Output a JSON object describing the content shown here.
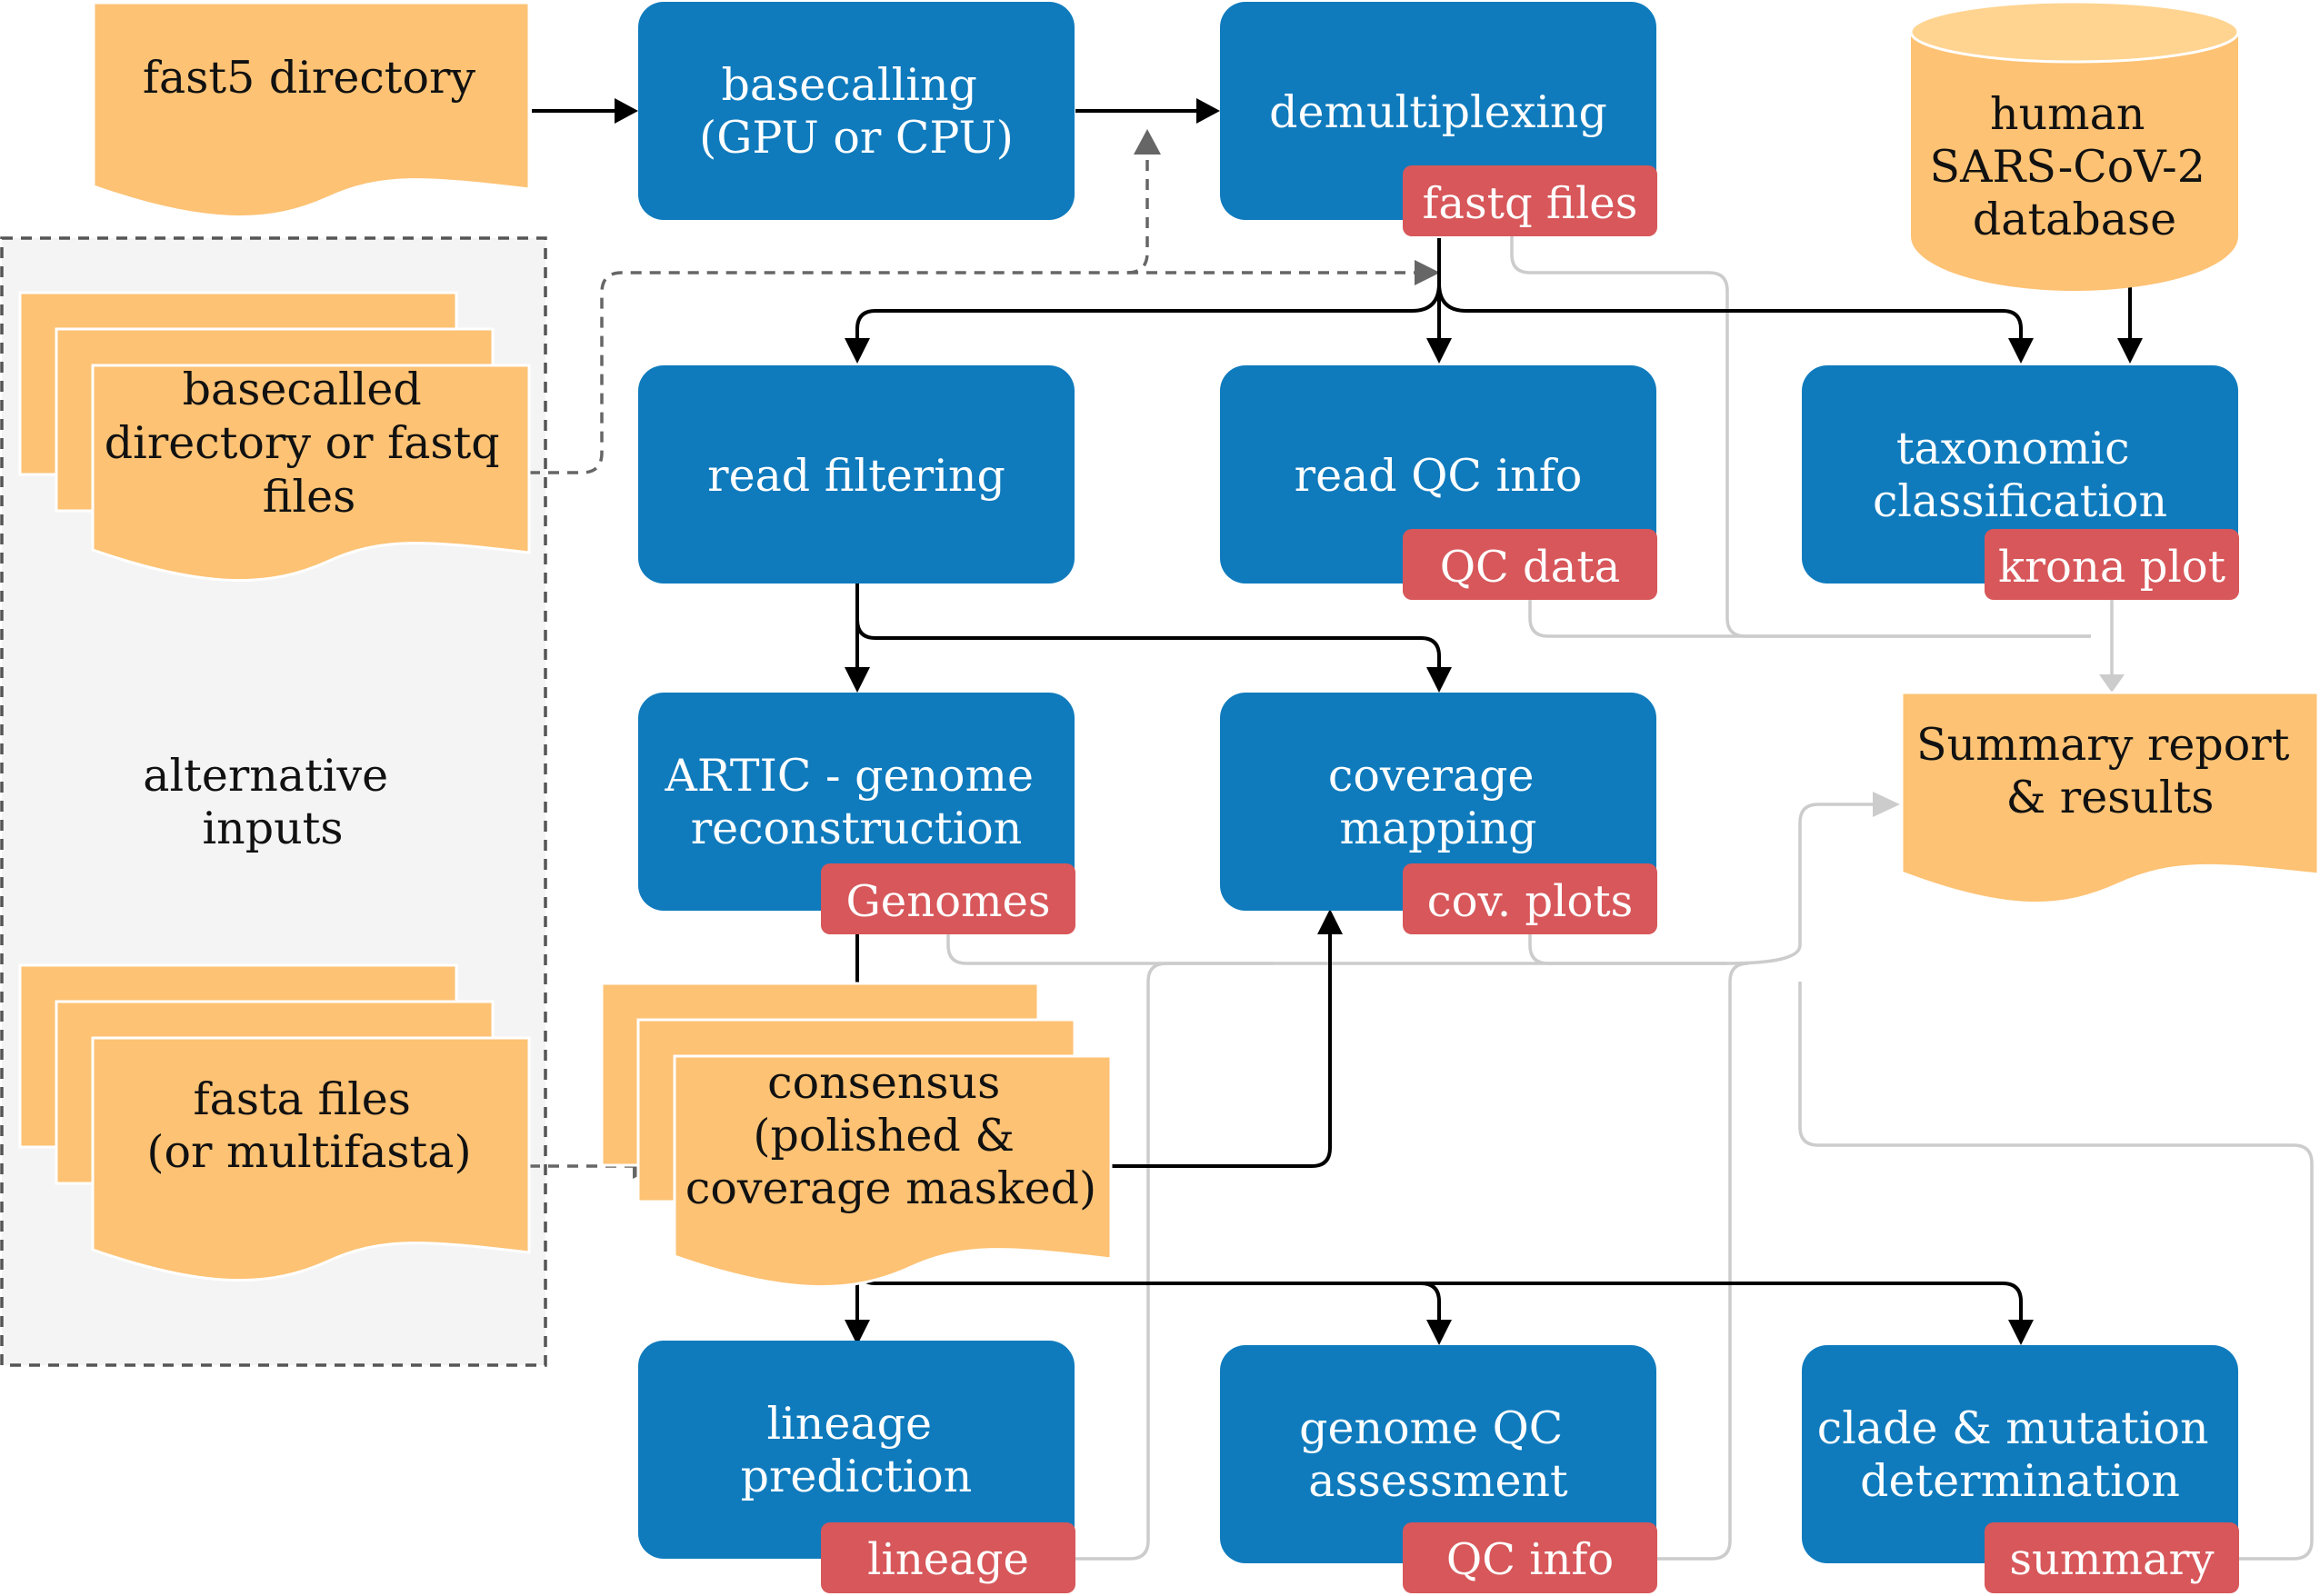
{
  "inputs": {
    "fast5": [
      "fast5 directory"
    ],
    "basecalled": [
      "basecalled",
      "directory or fastq",
      "files"
    ],
    "fasta": [
      "fasta files",
      "(or multifasta)"
    ],
    "alternative": [
      "alternative",
      "inputs"
    ],
    "database": [
      "human",
      "SARS-CoV-2",
      "database"
    ]
  },
  "steps": {
    "basecalling": [
      "basecalling",
      "(GPU or CPU)"
    ],
    "demultiplexing": [
      "demultiplexing"
    ],
    "read_filtering": [
      "read filtering"
    ],
    "read_qc": [
      "read QC info"
    ],
    "taxonomic": [
      "taxonomic",
      "classification"
    ],
    "artic": [
      "ARTIC - genome",
      "reconstruction"
    ],
    "coverage": [
      "coverage",
      "mapping"
    ],
    "lineage": [
      "lineage",
      "prediction"
    ],
    "genome_qc": [
      "genome QC",
      "assessment"
    ],
    "clade": [
      "clade & mutation",
      "determination"
    ]
  },
  "outputs": {
    "fastq_files": "fastq files",
    "qc_data": "QC data",
    "krona_plot": "krona plot",
    "genomes": "Genomes",
    "cov_plots": "cov. plots",
    "lineage": "lineage",
    "qc_info": "QC info",
    "summary": "summary"
  },
  "consensus": [
    "consensus",
    "(polished &",
    "coverage masked)"
  ],
  "report": [
    "Summary report",
    "& results"
  ],
  "colors": {
    "process": "#0f7bbd",
    "output_tag": "#d7575a",
    "data": "#fdc274",
    "alt_panel": "#f4f4f4"
  }
}
